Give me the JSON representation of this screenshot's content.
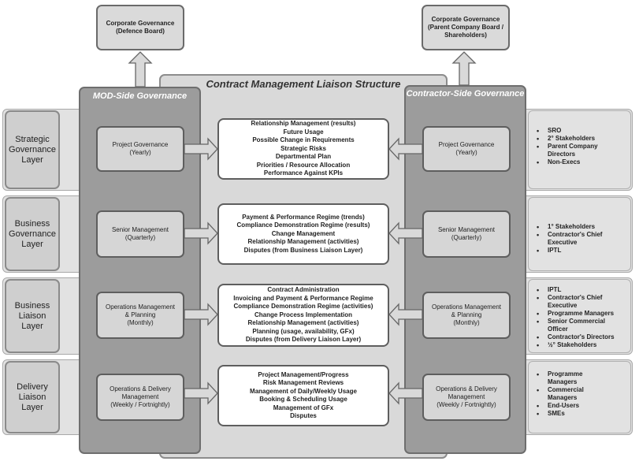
{
  "title": "Contract Management Liaison Structure",
  "mod_side": {
    "heading": "MOD-Side Governance",
    "top": {
      "line1": "Corporate Governance",
      "line2": "(Defence Board)"
    },
    "boxes": [
      {
        "line1": "Project Governance",
        "line2": "(Yearly)"
      },
      {
        "line1": "Senior Management",
        "line2": "(Quarterly)"
      },
      {
        "line1": "Operations  Management",
        "line2": "& Planning",
        "line3": "(Monthly)"
      },
      {
        "line1": "Operations & Delivery",
        "line2": "Management",
        "line3": "(Weekly / Fortnightly)"
      }
    ]
  },
  "contractor_side": {
    "heading": "Contractor-Side Governance",
    "top": {
      "line1": "Corporate Governance",
      "line2": "(Parent Company Board /",
      "line3": "Shareholders)"
    },
    "boxes": [
      {
        "line1": "Project Governance",
        "line2": "(Yearly)"
      },
      {
        "line1": "Senior Management",
        "line2": "(Quarterly)"
      },
      {
        "line1": "Operations  Management",
        "line2": "& Planning",
        "line3": "(Monthly)"
      },
      {
        "line1": "Operations & Delivery",
        "line2": "Management",
        "line3": "(Weekly / Fortnightly)"
      }
    ]
  },
  "layers": [
    {
      "label": [
        "Strategic",
        "Governance",
        "Layer"
      ],
      "activities": [
        "Relationship Management (results)",
        "Future Usage",
        "Possible Change in Requirements",
        "Strategic Risks",
        "Departmental Plan",
        "Priorities / Resource Allocation",
        "Performance Against KPIs"
      ],
      "stakeholders": [
        "SRO",
        "2° Stakeholders",
        "Parent Company",
        "Directors",
        "Non-Execs"
      ]
    },
    {
      "label": [
        "Business",
        "Governance",
        "Layer"
      ],
      "activities": [
        "Payment & Performance Regime (trends)",
        "Compliance Demonstration Regime (results)",
        "Change Management",
        "Relationship Management (activities)",
        "Disputes (from Business Liaison Layer)"
      ],
      "stakeholders": [
        "1° Stakeholders",
        "Contractor's Chief",
        "Executive",
        "IPTL"
      ]
    },
    {
      "label": [
        "Business",
        "Liaison",
        "Layer"
      ],
      "activities": [
        "Contract Administration",
        "Invoicing and Payment & Performance Regime",
        "Compliance Demonstration Regime (activities)",
        "Change Process Implementation",
        "Relationship Management (activities)",
        "Planning (usage, availability, GFx)",
        "Disputes (from Delivery Liaison Layer)"
      ],
      "stakeholders": [
        "IPTL",
        "Contractor's Chief",
        "Executive",
        "Programme Managers",
        "Senior Commercial",
        "Officer",
        "Contractor's Directors",
        "½° Stakeholders"
      ]
    },
    {
      "label": [
        "Delivery",
        "Liaison",
        "Layer"
      ],
      "activities": [
        "Project Management/Progress",
        "Risk Management Reviews",
        "Management of Daily/Weekly Usage",
        "Booking & Scheduling Usage",
        "Management of GFx",
        "Disputes"
      ],
      "stakeholders": [
        "Programme",
        "Managers",
        "Commercial",
        "Managers",
        "End-Users",
        "SMEs"
      ]
    }
  ]
}
